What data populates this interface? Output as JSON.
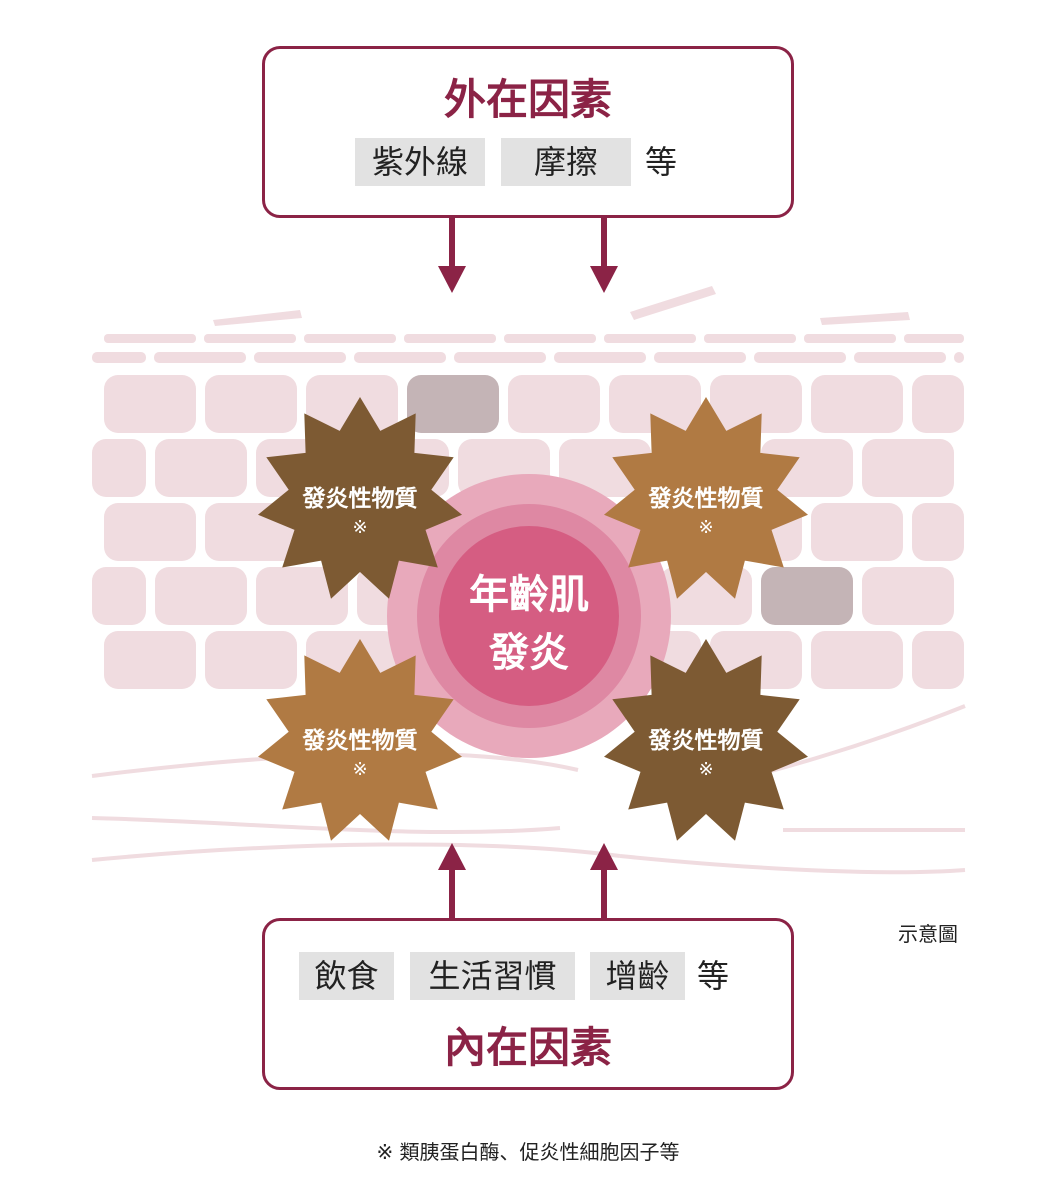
{
  "external": {
    "title": "外在因素",
    "tags": [
      "紫外線",
      "摩擦"
    ],
    "suffix": "等"
  },
  "internal": {
    "title": "內在因素",
    "tags": [
      "飲食",
      "生活習慣",
      "增齡"
    ],
    "suffix": "等"
  },
  "center": {
    "line1": "年齡肌",
    "line2": "發炎"
  },
  "inflammatory": [
    {
      "label": "發炎性物質",
      "mark": "※",
      "color": "#7d5a33"
    },
    {
      "label": "發炎性物質",
      "mark": "※",
      "color": "#b07a43"
    },
    {
      "label": "發炎性物質",
      "mark": "※",
      "color": "#b07a43"
    },
    {
      "label": "發炎性物質",
      "mark": "※",
      "color": "#7d5a33"
    }
  ],
  "illustration_label": "示意圖",
  "footnote": "※ 類胰蛋白酶、促炎性細胞因子等",
  "colors": {
    "accent": "#8b2346",
    "cell": "#f0dce0",
    "cell_dark": "#c4b4b6",
    "center_outer": "#e8a9bb",
    "center_mid": "#de88a3",
    "center_inner": "#d55d82"
  }
}
